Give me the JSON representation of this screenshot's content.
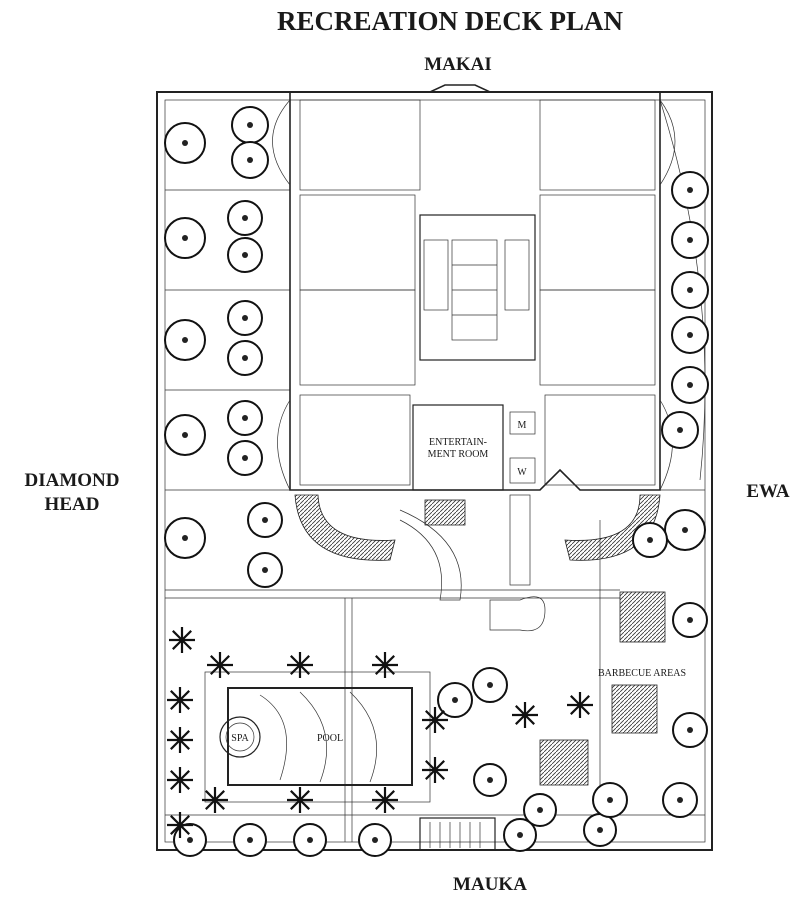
{
  "title": "RECREATION DECK PLAN",
  "directions": {
    "north": "MAKAI",
    "south": "MAUKA",
    "west_line1": "DIAMOND",
    "west_line2": "HEAD",
    "east": "EWA"
  },
  "rooms": {
    "entertainment_line1": "ENTERTAIN-",
    "entertainment_line2": "MENT ROOM",
    "men": "M",
    "women": "W",
    "spa": "SPA",
    "pool": "POOL",
    "barbecue": "BARBECUE AREAS"
  }
}
